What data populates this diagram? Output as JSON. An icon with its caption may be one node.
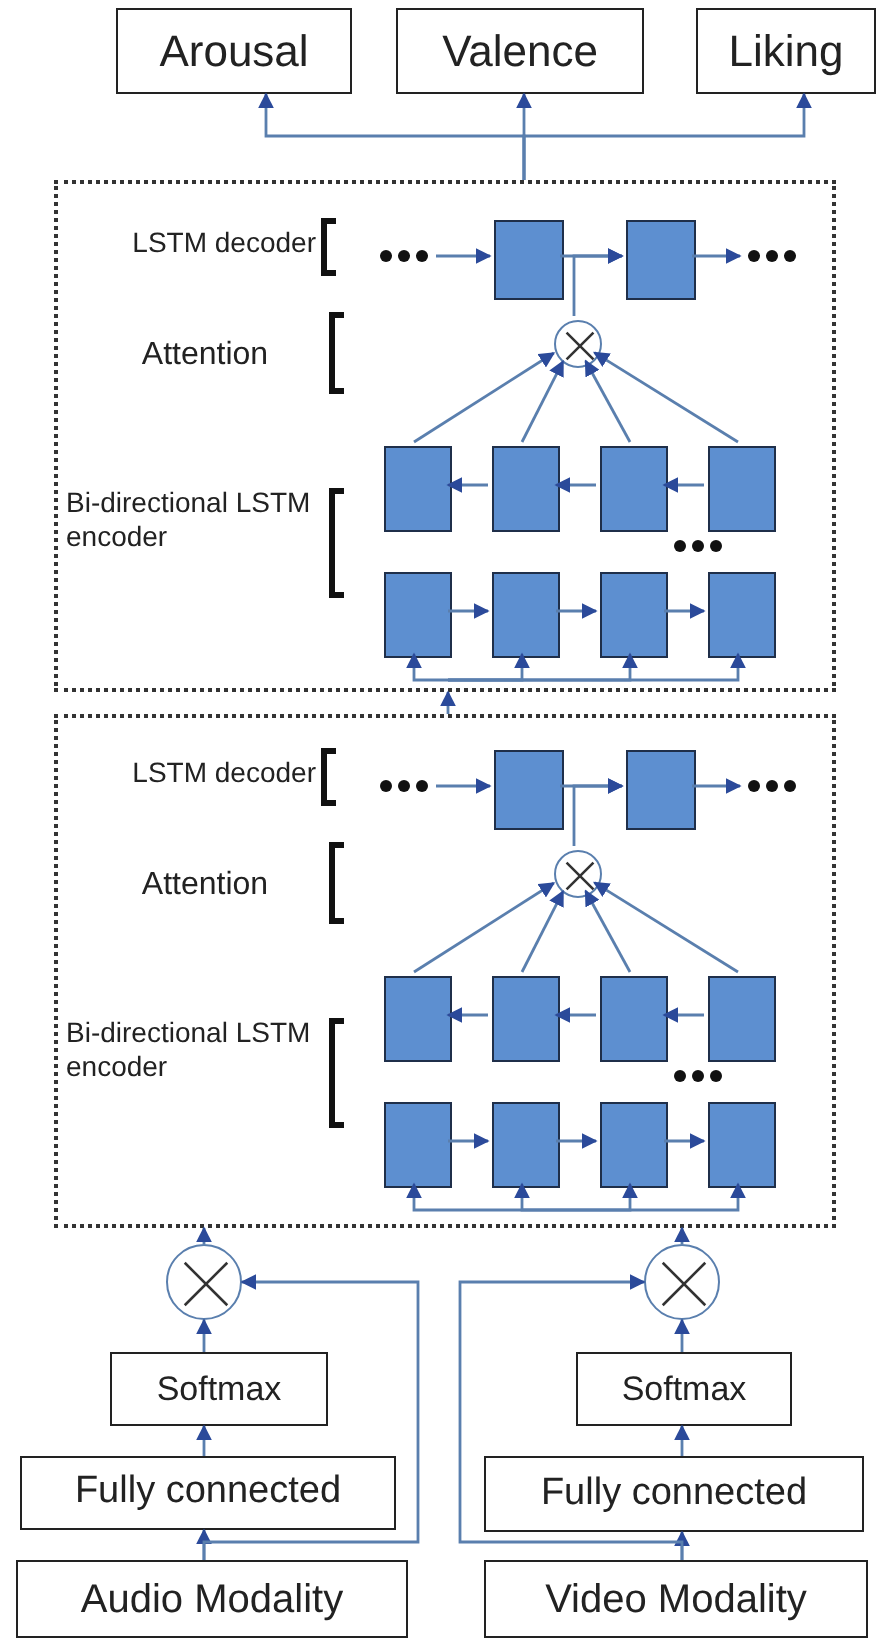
{
  "diagram": {
    "nodes": [
      {
        "text": [
          "Arousal"
        ]
      },
      {
        "text": [
          "Valence"
        ]
      },
      {
        "text": [
          "Liking"
        ]
      },
      {
        "text": [],
        "shape": "box"
      },
      {
        "text": [],
        "shape": "box",
        "in": 3
      },
      {
        "text": [],
        "shape": "box",
        "in": 3
      },
      {
        "text": [],
        "shape": "circle",
        "in": 3
      },
      {
        "text": [],
        "shape": "box",
        "in": 3
      },
      {
        "text": [],
        "shape": "box",
        "in": 3
      },
      {
        "text": [],
        "shape": "box",
        "in": 3
      },
      {
        "text": [],
        "shape": "box",
        "in": 3
      },
      {
        "text": [],
        "shape": "box",
        "in": 3
      },
      {
        "text": [],
        "shape": "box",
        "in": 3
      },
      {
        "text": [],
        "shape": "box",
        "in": 3
      },
      {
        "text": [],
        "shape": "box",
        "in": 3
      },
      {
        "text": [],
        "shape": "box"
      },
      {
        "text": [],
        "shape": "box",
        "in": 15
      },
      {
        "text": [],
        "shape": "box",
        "in": 15
      },
      {
        "text": [],
        "shape": "circle",
        "in": 15
      },
      {
        "text": [],
        "shape": "box",
        "in": 15
      },
      {
        "text": [],
        "shape": "box",
        "in": 15
      },
      {
        "text": [],
        "shape": "box",
        "in": 15
      },
      {
        "text": [],
        "shape": "box",
        "in": 15
      },
      {
        "text": [],
        "shape": "box",
        "in": 15
      },
      {
        "text": [],
        "shape": "box",
        "in": 15
      },
      {
        "text": [],
        "shape": "box",
        "in": 15
      },
      {
        "text": [],
        "shape": "box",
        "in": 15
      },
      {
        "text": [],
        "shape": "circle"
      },
      {
        "text": [],
        "shape": "circle"
      },
      {
        "text": [
          "Softmax"
        ]
      },
      {
        "text": [
          "Softmax"
        ]
      },
      {
        "text": [
          "Fully connected"
        ]
      },
      {
        "text": [
          "Fully connected"
        ]
      },
      {
        "text": [
          "Audio Modality"
        ]
      },
      {
        "text": [
          "Video Modality"
        ]
      }
    ],
    "edges": [
      {
        "from": 3,
        "to": 0,
        "arrow": "to"
      },
      {
        "from": 3,
        "to": 1,
        "arrow": "to"
      },
      {
        "from": 3,
        "to": 2,
        "arrow": "to"
      },
      {
        "from": null,
        "to": 4,
        "arrow": "to"
      },
      {
        "from": 4,
        "to": 5,
        "arrow": "to"
      },
      {
        "from": 5,
        "to": null,
        "arrow": "to"
      },
      {
        "from": 6,
        "to": 5,
        "arrow": "to"
      },
      {
        "from": 7,
        "to": 6,
        "arrow": "to"
      },
      {
        "from": 8,
        "to": 6,
        "arrow": "to"
      },
      {
        "from": 9,
        "to": 6,
        "arrow": "to"
      },
      {
        "from": 10,
        "to": 6,
        "arrow": "to"
      },
      {
        "from": 10,
        "to": 9,
        "arrow": "to"
      },
      {
        "from": 9,
        "to": 8,
        "arrow": "to"
      },
      {
        "from": 8,
        "to": 7,
        "arrow": "to"
      },
      {
        "from": 11,
        "to": 12,
        "arrow": "to"
      },
      {
        "from": 12,
        "to": 13,
        "arrow": "to"
      },
      {
        "from": 13,
        "to": 14,
        "arrow": "to"
      },
      {
        "from": 15,
        "to": 3,
        "arrow": "to"
      },
      {
        "from": null,
        "to": 11,
        "arrow": "to"
      },
      {
        "from": null,
        "to": 12,
        "arrow": "to"
      },
      {
        "from": null,
        "to": 13,
        "arrow": "to"
      },
      {
        "from": null,
        "to": 14,
        "arrow": "to"
      },
      {
        "from": null,
        "to": 16,
        "arrow": "to"
      },
      {
        "from": 16,
        "to": 17,
        "arrow": "to"
      },
      {
        "from": 17,
        "to": null,
        "arrow": "to"
      },
      {
        "from": 18,
        "to": 17,
        "arrow": "to"
      },
      {
        "from": 19,
        "to": 18,
        "arrow": "to"
      },
      {
        "from": 20,
        "to": 18,
        "arrow": "to"
      },
      {
        "from": 21,
        "to": 18,
        "arrow": "to"
      },
      {
        "from": 22,
        "to": 18,
        "arrow": "to"
      },
      {
        "from": 22,
        "to": 21,
        "arrow": "to"
      },
      {
        "from": 21,
        "to": 20,
        "arrow": "to"
      },
      {
        "from": 20,
        "to": 19,
        "arrow": "to"
      },
      {
        "from": 23,
        "to": 24,
        "arrow": "to"
      },
      {
        "from": 24,
        "to": 25,
        "arrow": "to"
      },
      {
        "from": 25,
        "to": 26,
        "arrow": "to"
      },
      {
        "from": null,
        "to": 23,
        "arrow": "to"
      },
      {
        "from": null,
        "to": 24,
        "arrow": "to"
      },
      {
        "from": null,
        "to": 25,
        "arrow": "to"
      },
      {
        "from": null,
        "to": 26,
        "arrow": "to"
      },
      {
        "from": 27,
        "to": 15,
        "arrow": "to"
      },
      {
        "from": 28,
        "to": 15,
        "arrow": "to"
      },
      {
        "from": 31,
        "to": 29,
        "arrow": "to"
      },
      {
        "from": 29,
        "to": 27,
        "arrow": "to"
      },
      {
        "from": 33,
        "to": 31,
        "arrow": "to"
      },
      {
        "from": 33,
        "to": 27,
        "arrow": "to"
      },
      {
        "from": 32,
        "to": 30,
        "arrow": "to"
      },
      {
        "from": 30,
        "to": 28,
        "arrow": "to"
      },
      {
        "from": 34,
        "to": 32,
        "arrow": "to"
      },
      {
        "from": 34,
        "to": 28,
        "arrow": "to"
      }
    ],
    "labels": [
      "LSTM decoder",
      "Attention",
      "Bi-directional LSTM encoder",
      "LSTM decoder",
      "Attention",
      "Bi-directional LSTM encoder"
    ]
  }
}
